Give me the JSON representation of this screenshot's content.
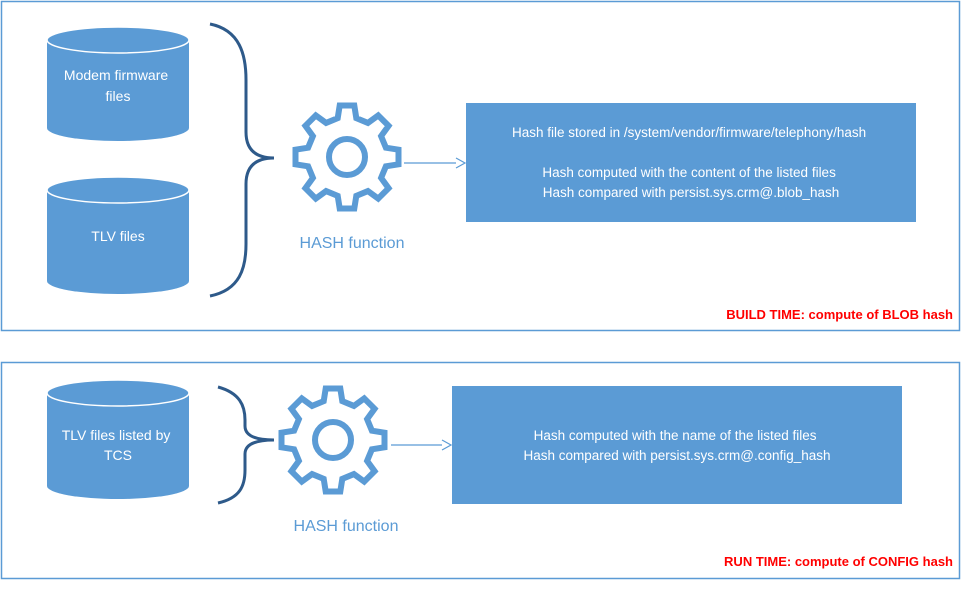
{
  "colors": {
    "accent": "#5b9bd5",
    "frame": "#5b9bd5",
    "caption": "#ff0000",
    "shape_fill": "#5b9bd5",
    "bracket": "#2e5a8a"
  },
  "build_panel": {
    "inputs": [
      {
        "lines": [
          "Modem firmware",
          "files"
        ]
      },
      {
        "lines": [
          "TLV files"
        ]
      }
    ],
    "hash_label": "HASH function",
    "output_lines": [
      "Hash file stored in /system/vendor/firmware/telephony/hash",
      "",
      "Hash computed with the content of the listed files",
      "Hash compared with persist.sys.crm@.blob_hash"
    ],
    "caption": "BUILD TIME: compute of BLOB hash"
  },
  "run_panel": {
    "inputs": [
      {
        "lines": [
          "TLV files listed by",
          "TCS"
        ]
      }
    ],
    "hash_label": "HASH function",
    "output_lines": [
      "Hash computed with the name of the listed files",
      "Hash compared with persist.sys.crm@.config_hash"
    ],
    "caption": "RUN TIME: compute of CONFIG hash"
  },
  "icons": {
    "gear": "gear-icon",
    "arrow": "arrow-right-icon",
    "bracket": "bracket-icon"
  }
}
